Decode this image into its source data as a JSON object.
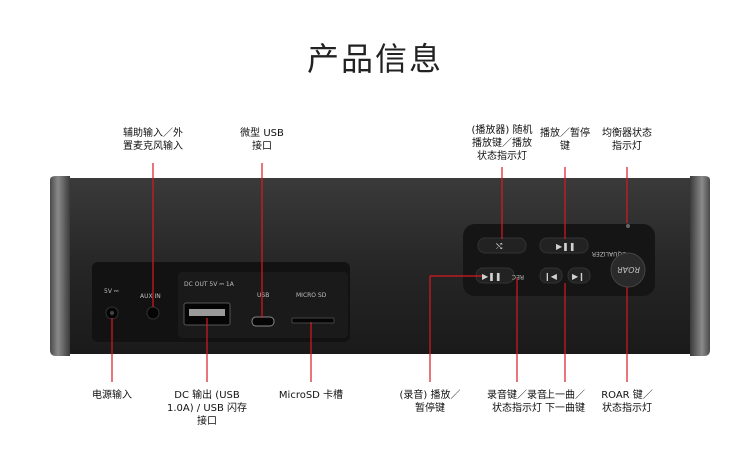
{
  "page": {
    "title": "产品信息"
  },
  "labels": {
    "aux_in": "辅助输入／外\n置麦克风输入",
    "micro_usb": "微型 USB\n接口",
    "shuffle": "(播放器) 随机\n播放键／播放\n状态指示灯",
    "play_pause": "播放／暂停\n键",
    "equalizer": "均衡器状态\n指示灯",
    "power_in": "电源输入",
    "dc_out": "DC 输出 (USB\n1.0A) / USB 闪存\n接口",
    "microsd": "MicroSD 卡槽",
    "rec_play": "(录音) 播放／\n暂停键",
    "rec_key": "录音键／录音\n状态指示灯",
    "prev_next": "上一曲／\n下一曲键",
    "roar": "ROAR 键／\n状态指示灯"
  },
  "panel_text": {
    "power": "5V ⎓",
    "aux": "AUX IN",
    "dc_out": "DC OUT  5V ⎓ 1A",
    "usb": "USB",
    "microsd": "MICRO SD",
    "equalizer": "EQUALIZER",
    "rec": "REC",
    "roar": "ROAR"
  },
  "buttons": {
    "shuffle": "⤭",
    "play_pause": "▶❚❚",
    "rec_play": "▶❚❚",
    "prev": "❙◀",
    "next": "▶❙"
  },
  "colors": {
    "accent": "#d71920",
    "body": "#2a2a2a",
    "panel": "#111111"
  }
}
